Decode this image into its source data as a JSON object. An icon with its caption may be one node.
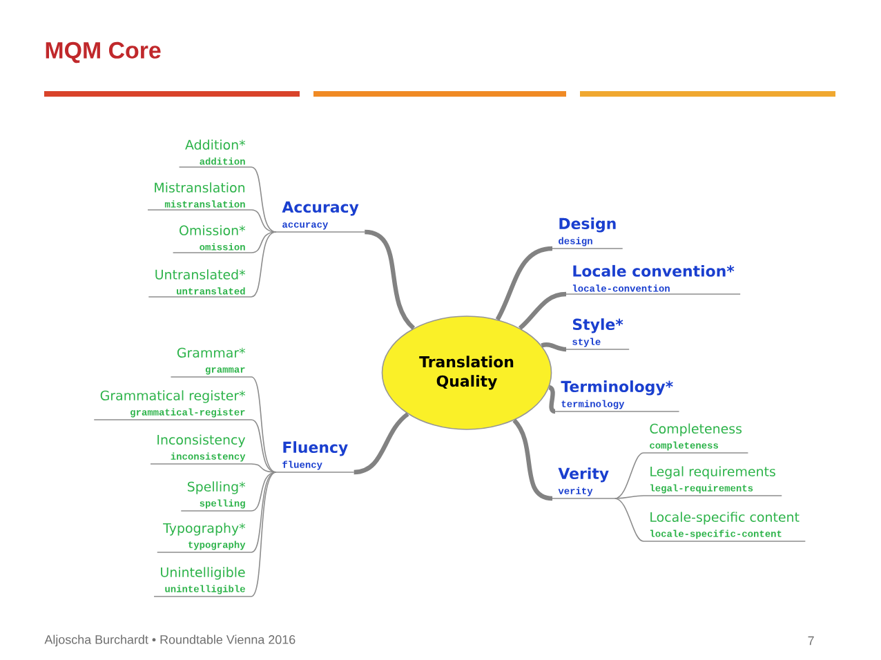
{
  "diagram": {
    "title": "MQM Core",
    "nodes": [
      {
        "text": [
          "Translation Quality"
        ]
      },
      {
        "text": [
          "Accuracy",
          "accuracy"
        ]
      },
      {
        "text": [
          "Addition*",
          "addition"
        ]
      },
      {
        "text": [
          "Mistranslation",
          "mistranslation"
        ]
      },
      {
        "text": [
          "Omission*",
          "omission"
        ]
      },
      {
        "text": [
          "Untranslated*",
          "untranslated"
        ]
      },
      {
        "text": [
          "Fluency",
          "fluency"
        ]
      },
      {
        "text": [
          "Grammar*",
          "grammar"
        ]
      },
      {
        "text": [
          "Grammatical register*",
          "grammatical-register"
        ]
      },
      {
        "text": [
          "Inconsistency",
          "inconsistency"
        ]
      },
      {
        "text": [
          "Spelling*",
          "spelling"
        ]
      },
      {
        "text": [
          "Typography*",
          "typography"
        ]
      },
      {
        "text": [
          "Unintelligible",
          "unintelligible"
        ]
      },
      {
        "text": [
          "Design",
          "design"
        ]
      },
      {
        "text": [
          "Locale convention*",
          "locale-convention"
        ]
      },
      {
        "text": [
          "Style*",
          "style"
        ]
      },
      {
        "text": [
          "Terminology*",
          "terminology"
        ]
      },
      {
        "text": [
          "Verity",
          "verity"
        ]
      },
      {
        "text": [
          "Completeness",
          "completeness"
        ]
      },
      {
        "text": [
          "Legal requirements",
          "legal-requirements"
        ]
      },
      {
        "text": [
          "Locale-specific content",
          "locale-specific-content"
        ]
      }
    ],
    "edges": [
      {
        "from": 0,
        "to": 1,
        "arrow": "none",
        "style": "thick"
      },
      {
        "from": 1,
        "to": 2,
        "arrow": "none"
      },
      {
        "from": 1,
        "to": 3,
        "arrow": "none"
      },
      {
        "from": 1,
        "to": 4,
        "arrow": "none"
      },
      {
        "from": 1,
        "to": 5,
        "arrow": "none"
      },
      {
        "from": 0,
        "to": 6,
        "arrow": "none",
        "style": "thick"
      },
      {
        "from": 6,
        "to": 7,
        "arrow": "none"
      },
      {
        "from": 6,
        "to": 8,
        "arrow": "none"
      },
      {
        "from": 6,
        "to": 9,
        "arrow": "none"
      },
      {
        "from": 6,
        "to": 10,
        "arrow": "none"
      },
      {
        "from": 6,
        "to": 11,
        "arrow": "none"
      },
      {
        "from": 6,
        "to": 12,
        "arrow": "none"
      },
      {
        "from": 0,
        "to": 13,
        "arrow": "none",
        "style": "thick"
      },
      {
        "from": 0,
        "to": 14,
        "arrow": "none",
        "style": "thick"
      },
      {
        "from": 0,
        "to": 15,
        "arrow": "none",
        "style": "thick"
      },
      {
        "from": 0,
        "to": 16,
        "arrow": "none",
        "style": "thick"
      },
      {
        "from": 0,
        "to": 17,
        "arrow": "none",
        "style": "thick"
      },
      {
        "from": 17,
        "to": 18,
        "arrow": "none"
      },
      {
        "from": 17,
        "to": 19,
        "arrow": "none"
      },
      {
        "from": 17,
        "to": 20,
        "arrow": "none"
      }
    ],
    "labels": [
      "Aljoscha Burchardt • Roundtable Vienna 2016",
      "7"
    ]
  }
}
